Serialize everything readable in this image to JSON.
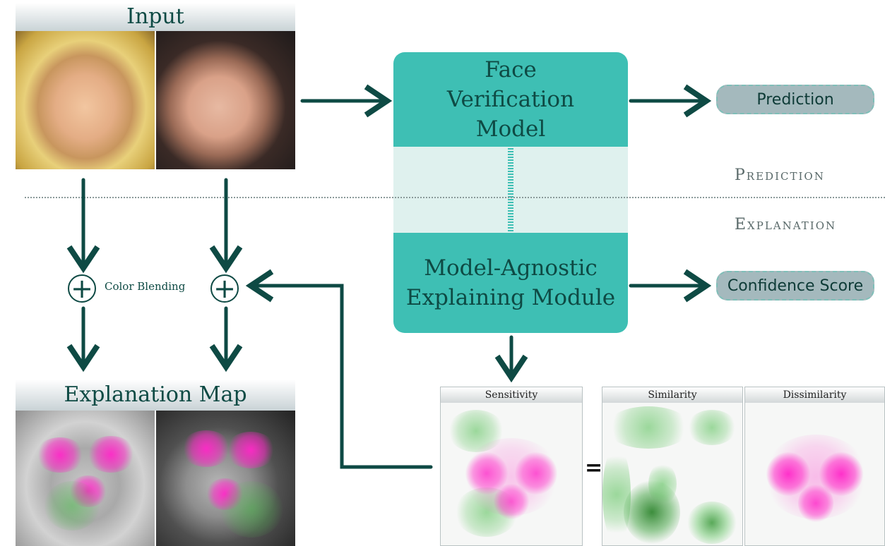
{
  "input": {
    "title": "Input"
  },
  "model": {
    "title": "Face Verification Model"
  },
  "explainer": {
    "title": "Model-Agnostic Explaining Module"
  },
  "outputs": {
    "prediction": "Prediction",
    "confidence": "Confidence Score"
  },
  "sections": {
    "prediction": "Prediction",
    "explanation": "Explanation"
  },
  "blending": {
    "label": "Color Blending"
  },
  "explanation_map": {
    "title": "Explanation Map"
  },
  "maps": {
    "sensitivity": "Sensitivity",
    "equals": "=",
    "similarity": "Similarity",
    "dissimilarity": "Dissimilarity"
  },
  "colors": {
    "teal": "#3ebfb4",
    "light_teal": "#dff1ee",
    "arrow": "#0e4a44",
    "pill": "#a4b9bd",
    "magenta": "#ff28c8",
    "green": "#3a9a3a"
  }
}
